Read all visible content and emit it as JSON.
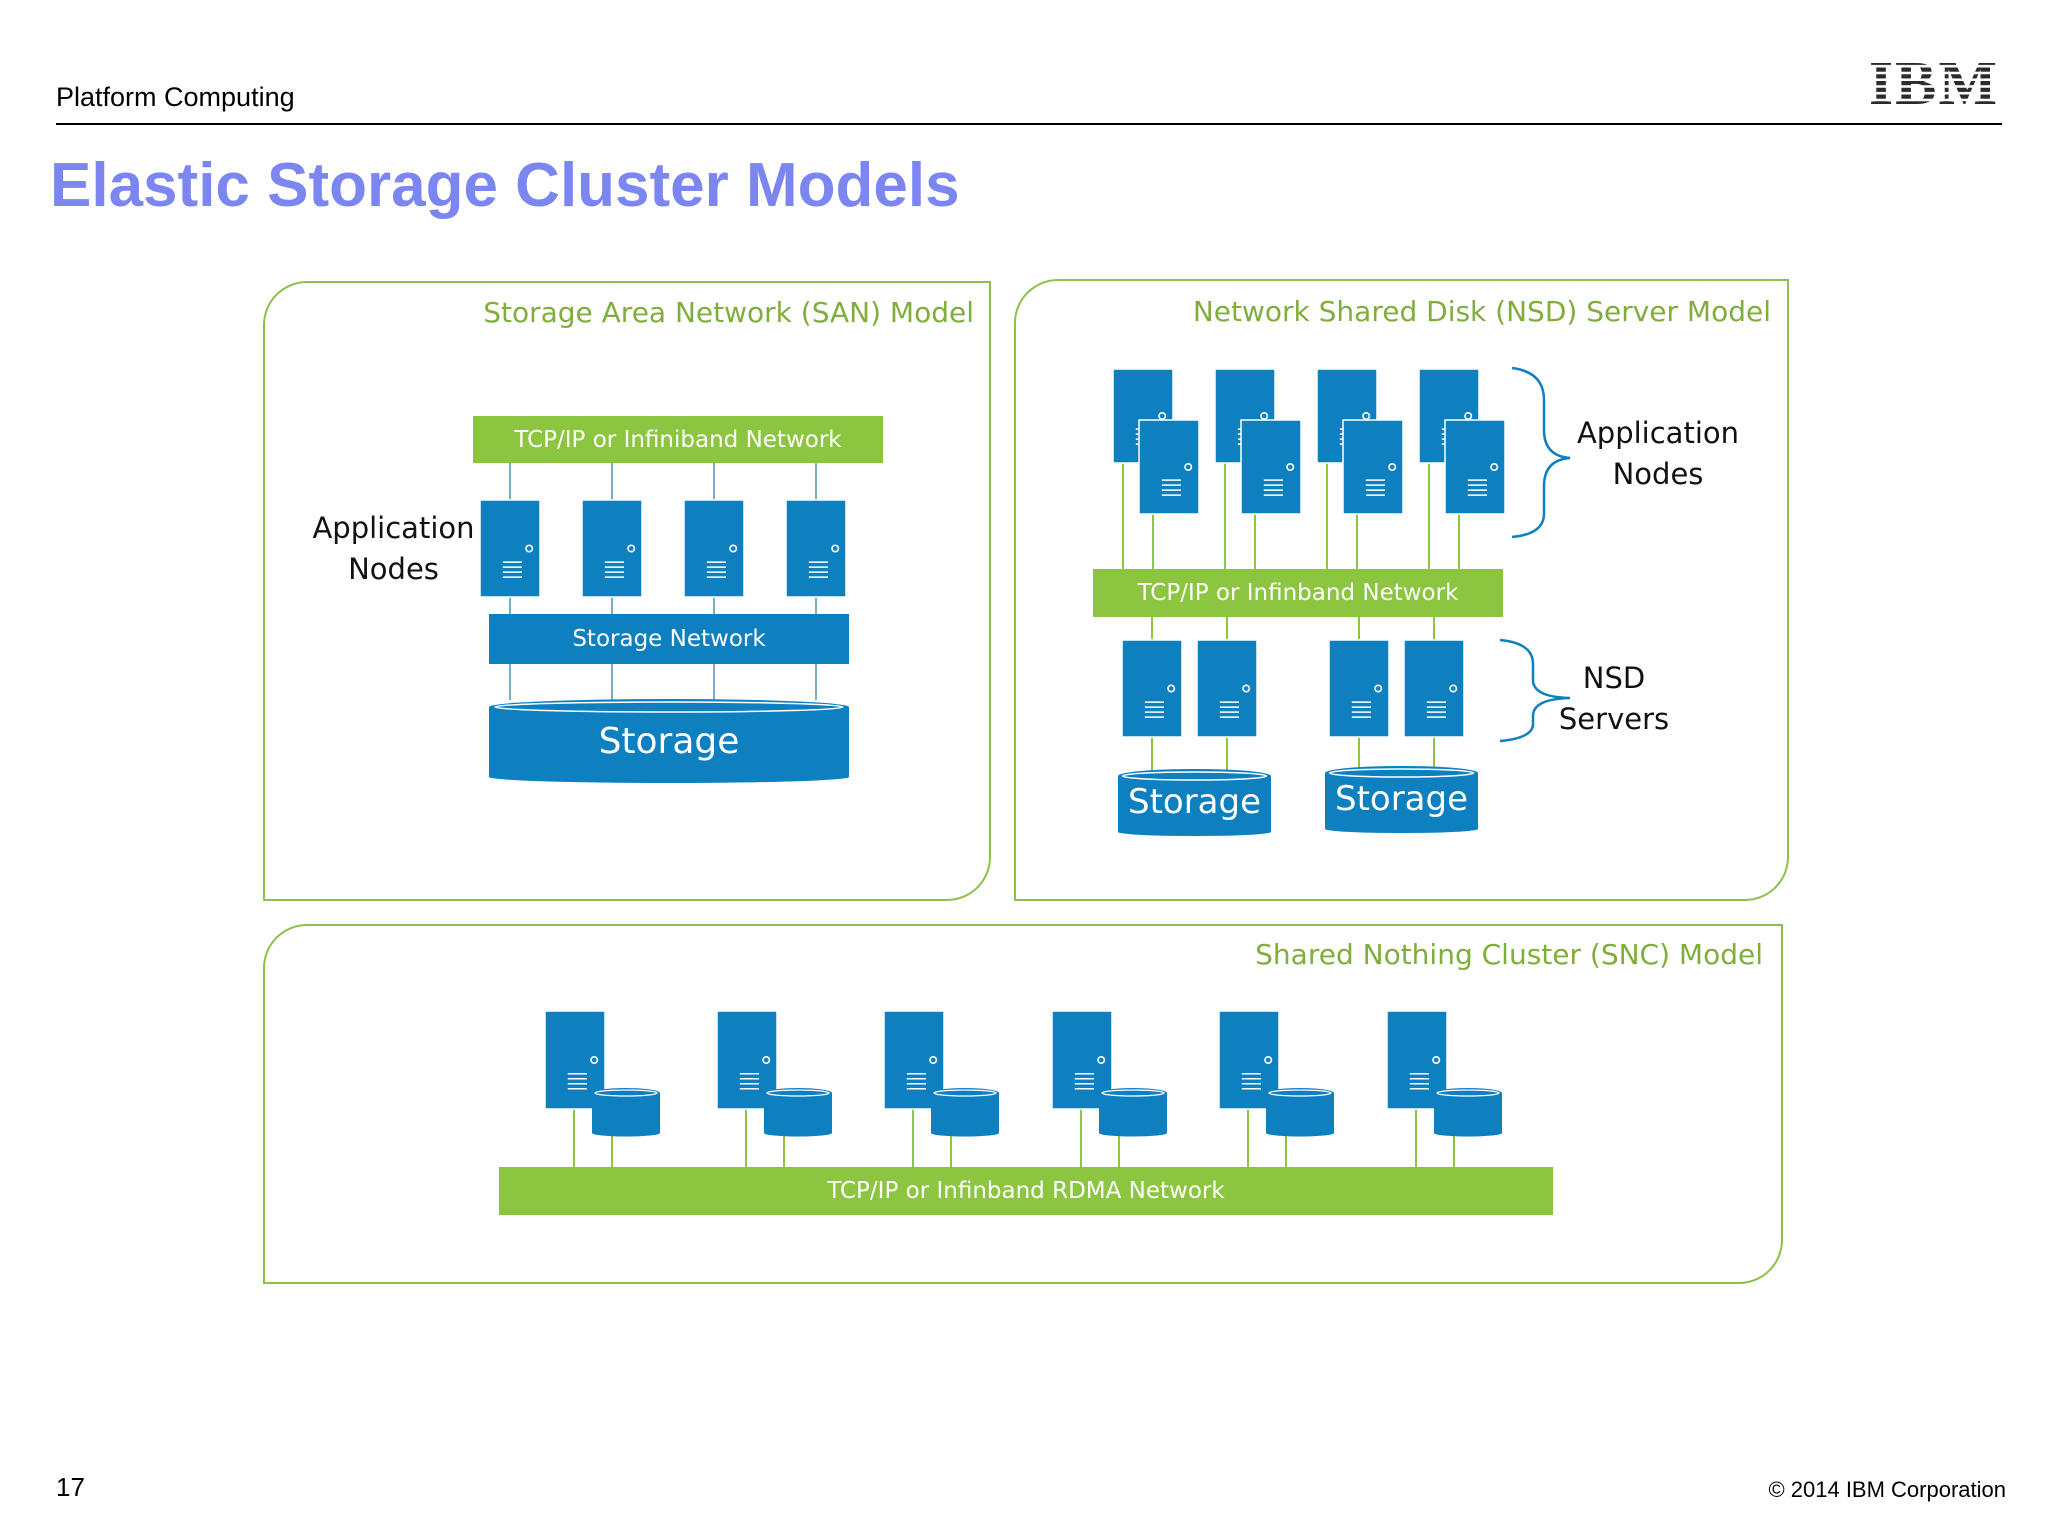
{
  "header": {
    "section": "Platform Computing",
    "logo": "IBM"
  },
  "title": "Elastic Storage Cluster Models",
  "panels": {
    "san": {
      "title": "Storage Area Network (SAN) Model",
      "top_network": "TCP/IP or Infiniband Network",
      "nodes_label": "Application\nNodes",
      "storage_network": "Storage Network",
      "storage": "Storage"
    },
    "nsd": {
      "title": "Network Shared Disk (NSD) Server Model",
      "nodes_label": "Application\nNodes",
      "network": "TCP/IP or Infinband Network",
      "servers_label": "NSD\nServers",
      "storage_left": "Storage",
      "storage_right": "Storage"
    },
    "snc": {
      "title": "Shared Nothing Cluster (SNC) Model",
      "network": "TCP/IP or Infinband RDMA Network"
    }
  },
  "colors": {
    "title": "#7b86f0",
    "panel_border": "#8cc04a",
    "network_green": "#8cc540",
    "node_blue": "#0e80c0"
  },
  "footer": {
    "page": "17",
    "copyright": "© 2014 IBM Corporation"
  }
}
